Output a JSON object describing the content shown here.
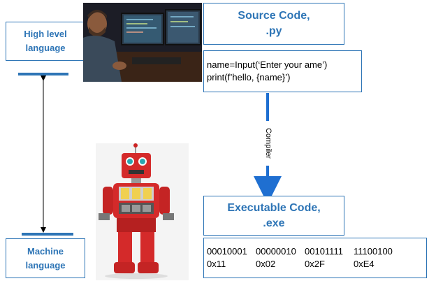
{
  "levels": {
    "high": [
      "High level",
      "language"
    ],
    "machine": [
      "Machine",
      "language"
    ]
  },
  "source": {
    "title": [
      "Source Code,",
      ".py"
    ],
    "code": [
      "name=Input(‘Enter your ame’)",
      "print(f’hello, {name}’)"
    ]
  },
  "arrow_label": "Compiler",
  "executable": {
    "title": [
      "Executable Code,",
      ".exe"
    ],
    "binary": [
      "00010001",
      "00000010",
      "00101111",
      "11100100"
    ],
    "hex": [
      "0x11",
      "0x02",
      "0x2F",
      "0xE4"
    ]
  },
  "colors": {
    "accent": "#2e75b6",
    "arrow": "#1f6fd1",
    "robot_red": "#d42a2a"
  },
  "images": [
    "programmer-photo",
    "robot-toy-photo"
  ]
}
